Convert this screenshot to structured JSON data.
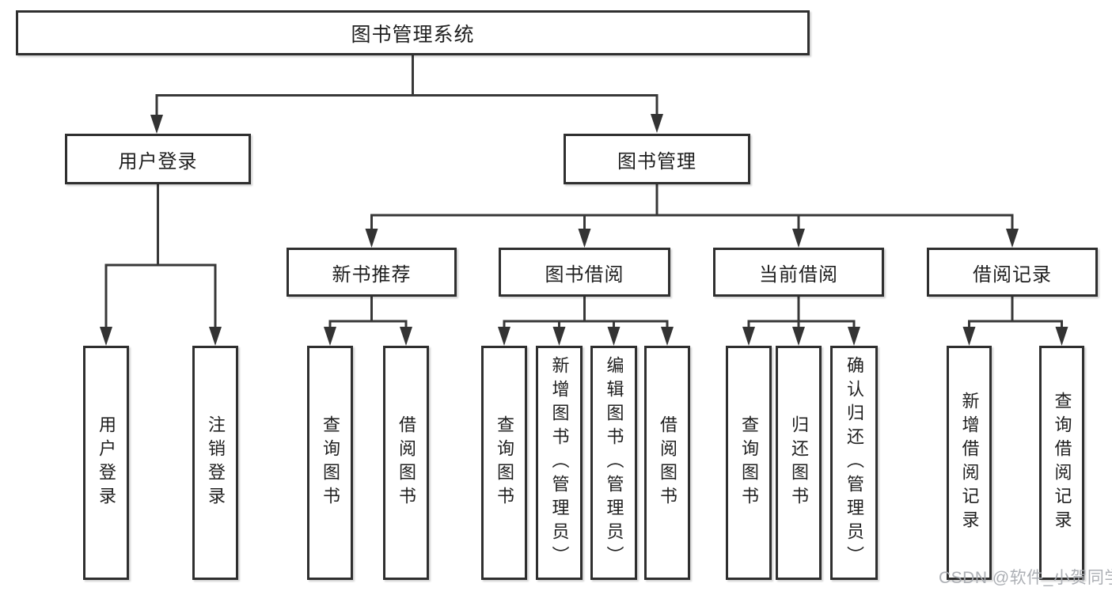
{
  "tree": {
    "root": {
      "label": "图书管理系统"
    },
    "branches": [
      {
        "label": "用户登录",
        "children": [
          {
            "label": "用户登录"
          },
          {
            "label": "注销登录"
          }
        ]
      },
      {
        "label": "图书管理",
        "groups": [
          {
            "label": "新书推荐",
            "children": [
              {
                "label": "查询图书"
              },
              {
                "label": "借阅图书"
              }
            ]
          },
          {
            "label": "图书借阅",
            "children": [
              {
                "label": "查询图书"
              },
              {
                "label": "新增图书（管理员）"
              },
              {
                "label": "编辑图书（管理员）"
              },
              {
                "label": "借阅图书"
              }
            ]
          },
          {
            "label": "当前借阅",
            "children": [
              {
                "label": "查询图书"
              },
              {
                "label": "归还图书"
              },
              {
                "label": "确认归还（管理员）"
              }
            ]
          },
          {
            "label": "借阅记录",
            "children": [
              {
                "label": "新增借阅记录"
              },
              {
                "label": "查询借阅记录"
              }
            ]
          }
        ]
      }
    ]
  },
  "watermark": {
    "text": "CSDN @软件_小贺同学"
  },
  "colors": {
    "line": "#383838",
    "box_border": "#2f2f2f",
    "box_fill": "#ffffff",
    "text": "#1f1f1f",
    "watermark": "#a8abb0",
    "background": "#ffffff"
  }
}
